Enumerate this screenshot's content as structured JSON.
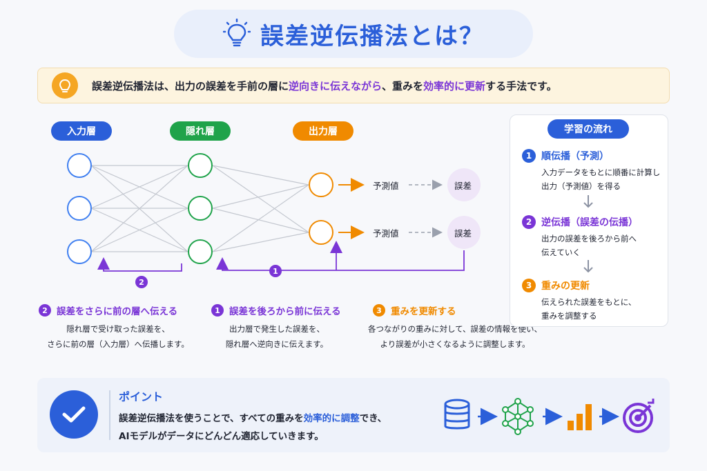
{
  "title": "誤差逆伝播法とは？",
  "banner": {
    "part1": "誤差逆伝播法は、出力の誤差を手前の層に",
    "hl1": "逆向きに伝えながら",
    "part2": "、重みを",
    "hl2": "効率的に更新",
    "part3": "する手法です。"
  },
  "layers": {
    "input": "入力層",
    "hidden": "隠れ層",
    "output": "出力層"
  },
  "network": {
    "prediction_label_1": "予測値",
    "prediction_label_2": "予測値",
    "error_label_1": "誤差",
    "error_label_2": "誤差",
    "back_arrow_num_1": "1",
    "back_arrow_num_2": "2"
  },
  "flow": {
    "header": "学習の流れ",
    "steps": [
      {
        "num": "1",
        "title": "順伝播（予測）",
        "desc1": "入力データをもとに順番に計算し",
        "desc2": "出力（予測値）を得る",
        "color": "#2b5fd9"
      },
      {
        "num": "2",
        "title": "逆伝播（誤差の伝播）",
        "desc1": "出力の誤差を後ろから前へ",
        "desc2": "伝えていく",
        "color": "#7a35d6"
      },
      {
        "num": "3",
        "title": "重みの更新",
        "desc1": "伝えられた誤差をもとに、",
        "desc2": "重みを調整する",
        "color": "#f08a00"
      }
    ]
  },
  "notes": [
    {
      "num": "2",
      "title": "誤差をさらに前の層へ伝える",
      "desc1": "隠れ層で受け取った誤差を、",
      "desc2": "さらに前の層（入力層）へ伝播します。"
    },
    {
      "num": "1",
      "title": "誤差を後ろから前に伝える",
      "desc1": "出力層で発生した誤差を、",
      "desc2": "隠れ層へ逆向きに伝えます。"
    },
    {
      "num": "3",
      "title": "重みを更新する",
      "desc1": "各つながりの重みに対して、誤差の情報を使い、",
      "desc2": "より誤差が小さくなるように調整します。"
    }
  ],
  "point": {
    "title": "ポイント",
    "line1_a": "誤差逆伝播法を使うことで、すべての重みを",
    "line1_hl": "効率的に調整",
    "line1_b": "でき、",
    "line2": "AIモデルがデータにどんどん適応していきます。"
  },
  "colors": {
    "blue": "#2b5fd9",
    "green": "#1fa34a",
    "orange": "#f08a00",
    "purple": "#7a35d6",
    "error_bg": "#efe6f8"
  },
  "icons": [
    "lightbulb-icon",
    "check-icon",
    "database-icon",
    "network-icon",
    "bar-chart-icon",
    "target-icon"
  ]
}
